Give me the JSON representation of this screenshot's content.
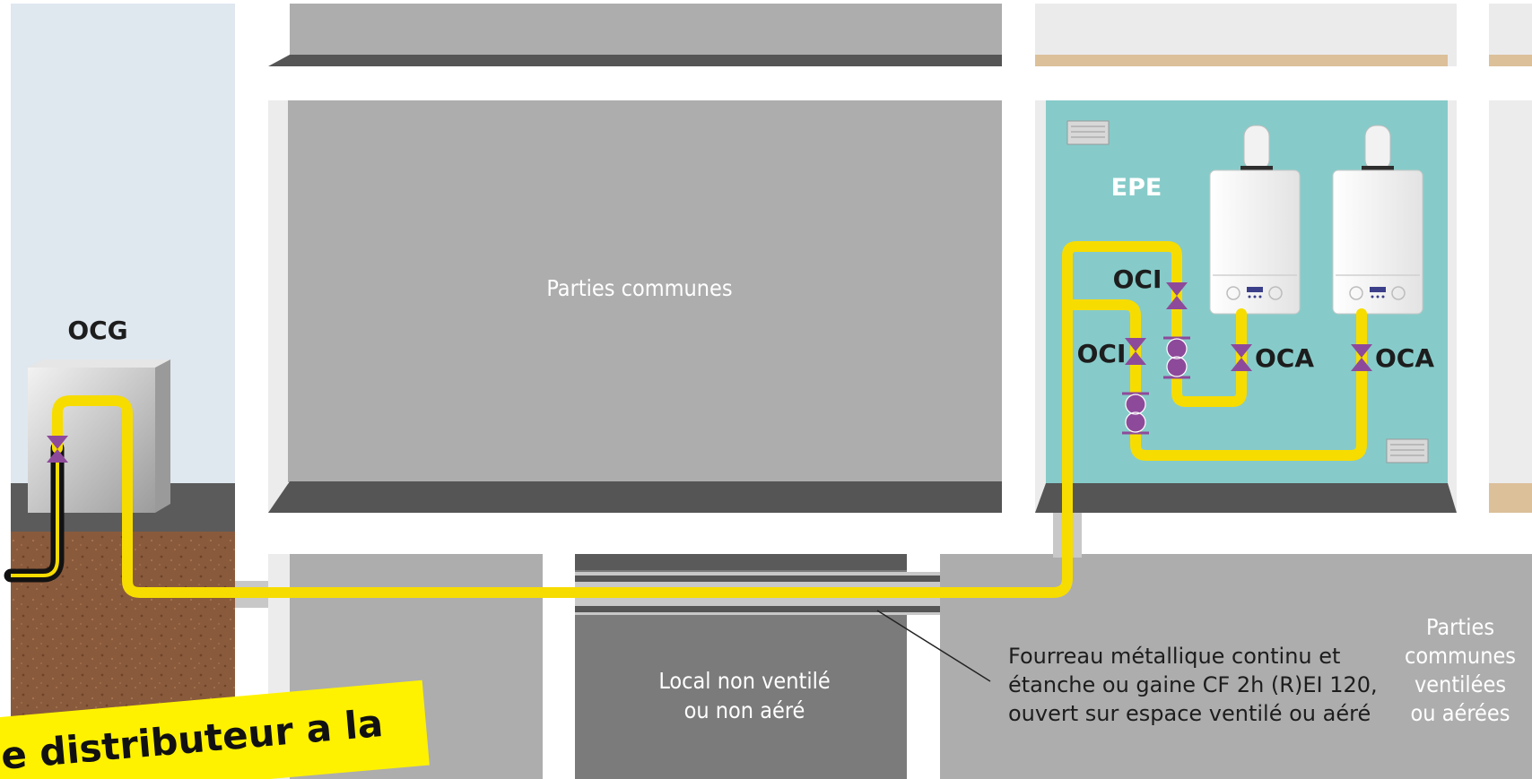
{
  "labels": {
    "ocg": "OCG",
    "epe": "EPE",
    "oci_top": "OCI",
    "oci_bottom": "OCI",
    "oca_left": "OCA",
    "oca_right": "OCA",
    "parties_communes": "Parties communes",
    "local_non_ventile_line1": "Local non ventilé",
    "local_non_ventile_line2": "ou non aéré",
    "fourreau_line1": "Fourreau métallique continu et",
    "fourreau_line2": "étanche ou gaine CF 2h (R)EI 120,",
    "fourreau_line3": "ouvert sur espace ventilé ou aéré",
    "parties_ventilees_line1": "Parties",
    "parties_ventilees_line2": "communes",
    "parties_ventilees_line3": "ventilées",
    "parties_ventilees_line4": "ou aérées"
  },
  "banner": {
    "text": "e distributeur a la"
  },
  "colors": {
    "pipe": "#f7dc00",
    "valve": "#8e4a9a",
    "room_epe": "#86cbc9",
    "floor_dark": "#555555",
    "wall_grey": "#b0b0b0",
    "soil": "#8a5a3c",
    "sky": "#dfe7ef",
    "banner": "#fff200"
  },
  "icons": {
    "valve": "gas-shutoff-valve-icon",
    "meter": "gas-meter-icon",
    "boiler": "wall-boiler-icon",
    "vent": "ventilation-grille-icon"
  }
}
